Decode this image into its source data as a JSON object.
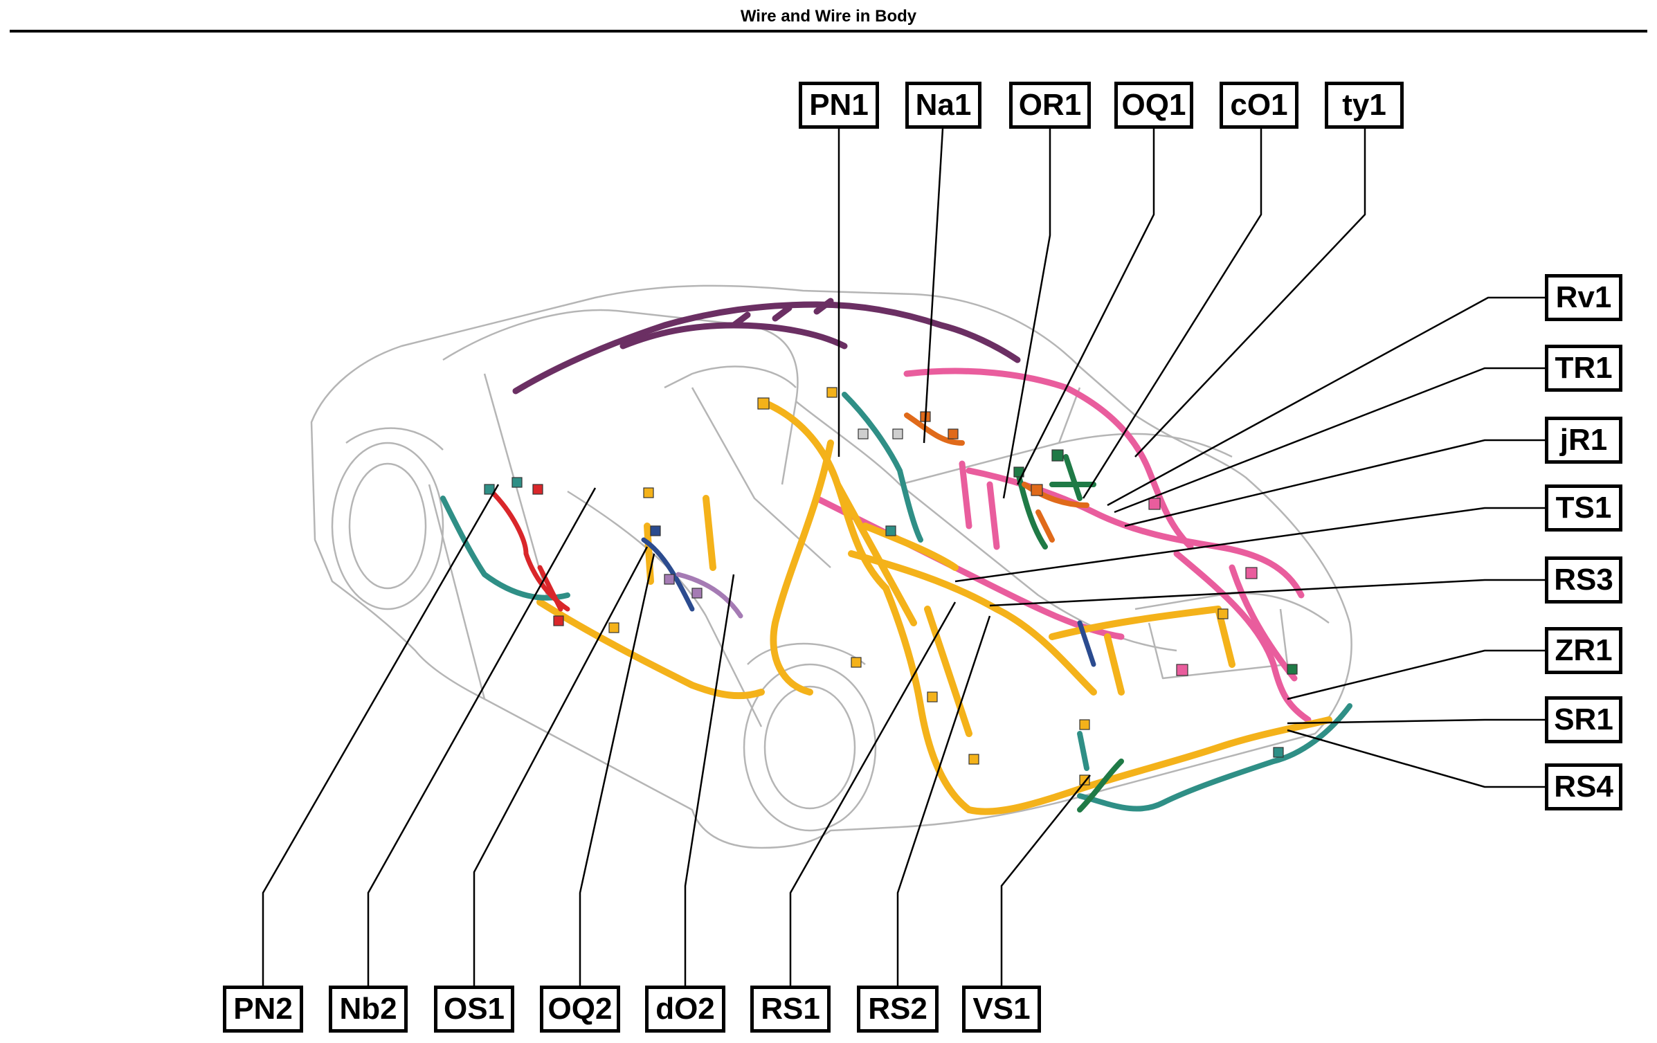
{
  "title": "Wire and Wire in Body",
  "callouts": {
    "PN1": "PN1",
    "Na1": "Na1",
    "OR1": "OR1",
    "OQ1": "OQ1",
    "cO1": "cO1",
    "ty1": "ty1",
    "Rv1": "Rv1",
    "TR1": "TR1",
    "jR1": "jR1",
    "TS1": "TS1",
    "RS3": "RS3",
    "ZR1": "ZR1",
    "SR1": "SR1",
    "RS4": "RS4",
    "PN2": "PN2",
    "Nb2": "Nb2",
    "OS1": "OS1",
    "OQ2": "OQ2",
    "dO2": "dO2",
    "RS1": "RS1",
    "RS2": "RS2",
    "VS1": "VS1"
  },
  "colors": {
    "harness_yellow": "#f4b21a",
    "harness_pink": "#e95d9d",
    "harness_purple": "#6b2f63",
    "harness_teal": "#2f8f86",
    "harness_green": "#1f7a46",
    "harness_orange": "#e06a1a",
    "harness_red": "#d9262a",
    "harness_navy": "#2b4b8f",
    "harness_lilac": "#a57bb4",
    "car_outline": "#b5b5b5"
  }
}
